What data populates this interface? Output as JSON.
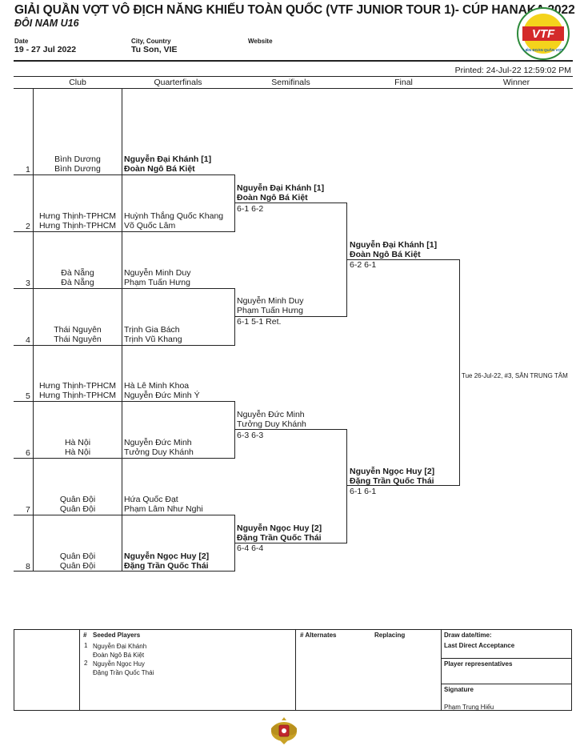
{
  "header": {
    "title": "GIẢI QUẦN VỢT VÔ ĐỊCH NĂNG KHIẾU TOÀN QUỐC (VTF JUNIOR TOUR 1)- CÚP HANAKA 2022",
    "subtitle": "ĐÔI NAM U16",
    "date_label": "Date",
    "date_value": "19 - 27 Jul 2022",
    "city_label": "City, Country",
    "city_value": "Tu Son, VIE",
    "website_label": "Website",
    "logo_text": "VTF",
    "logo_caption": "LIÊN ĐOÀN QUẦN VỢT"
  },
  "printed": "Printed: 24-Jul-22 12:59:02 PM",
  "columns": [
    "Club",
    "Quarterfinals",
    "Semifinals",
    "Final",
    "Winner"
  ],
  "entries": [
    {
      "num": "1",
      "club1": "Bình Dương",
      "club2": "Bình Dương",
      "p1": "Nguyễn Đại Khánh [1]",
      "p2": "Đoàn Ngô Bá Kiệt",
      "bold": true
    },
    {
      "num": "2",
      "club1": "Hưng Thịnh-TPHCM",
      "club2": "Hưng Thịnh-TPHCM",
      "p1": "Huỳnh Thắng Quốc Khang",
      "p2": "Võ Quốc Lâm",
      "bold": false
    },
    {
      "num": "3",
      "club1": "Đà Nẵng",
      "club2": "Đà Nẵng",
      "p1": "Nguyễn Minh Duy",
      "p2": "Phạm Tuấn Hưng",
      "bold": false
    },
    {
      "num": "4",
      "club1": "Thái Nguyên",
      "club2": "Thái Nguyên",
      "p1": "Trịnh Gia Bách",
      "p2": "Trịnh Vũ Khang",
      "bold": false
    },
    {
      "num": "5",
      "club1": "Hưng Thịnh-TPHCM",
      "club2": "Hưng Thịnh-TPHCM",
      "p1": "Hà Lê Minh Khoa",
      "p2": "Nguyễn Đức Minh Ý",
      "bold": false
    },
    {
      "num": "6",
      "club1": "Hà Nội",
      "club2": "Hà Nội",
      "p1": "Nguyễn Đức Minh",
      "p2": "Tưởng Duy Khánh",
      "bold": false
    },
    {
      "num": "7",
      "club1": "Quân Đội",
      "club2": "Quân Đội",
      "p1": "Hứa Quốc Đạt",
      "p2": "Phạm Lâm Như Nghi",
      "bold": false
    },
    {
      "num": "8",
      "club1": "Quân Đội",
      "club2": "Quân Đội",
      "p1": "Nguyễn Ngọc Huy [2]",
      "p2": "Đặng Trần Quốc Thái",
      "bold": true
    }
  ],
  "semifinals": [
    {
      "p1": "Nguyễn Đại Khánh [1]",
      "p2": "Đoàn Ngô Bá Kiệt",
      "score": "6-1 6-2",
      "bold": true
    },
    {
      "p1": "Nguyễn Minh Duy",
      "p2": "Phạm Tuấn Hưng",
      "score": "6-1 5-1 Ret.",
      "bold": false
    },
    {
      "p1": "Nguyễn Đức Minh",
      "p2": "Tưởng Duy Khánh",
      "score": "6-3 6-3",
      "bold": false
    },
    {
      "p1": "Nguyễn Ngọc Huy [2]",
      "p2": "Đặng Trần Quốc Thái",
      "score": "6-4 6-4",
      "bold": true
    }
  ],
  "final": [
    {
      "p1": "Nguyễn Đại Khánh [1]",
      "p2": "Đoàn Ngô Bá Kiệt",
      "score": "6-2 6-1"
    },
    {
      "p1": "Nguyễn Ngọc Huy [2]",
      "p2": "Đặng Trần Quốc Thái",
      "score": "6-1 6-1"
    }
  ],
  "winner_schedule": "Tue 26-Jul-22, #3, SÂN TRUNG TÂM",
  "footer": {
    "hash": "#",
    "seeded_label": "Seeded Players",
    "seeds": [
      {
        "num": "1",
        "p1": "Nguyễn Đại Khánh",
        "p2": "Đoàn Ngô Bá Kiệt"
      },
      {
        "num": "2",
        "p1": "Nguyễn Ngọc Huy",
        "p2": "Đặng Trần Quốc Thái"
      }
    ],
    "alternates_label": "# Alternates",
    "replacing_label": "Replacing",
    "draw_date_label": "Draw date/time:",
    "lda_label": "Last Direct Acceptance",
    "player_reps_label": "Player representatives",
    "signature_label": "Signature",
    "signature_name": "Phạm Trung Hiếu"
  }
}
